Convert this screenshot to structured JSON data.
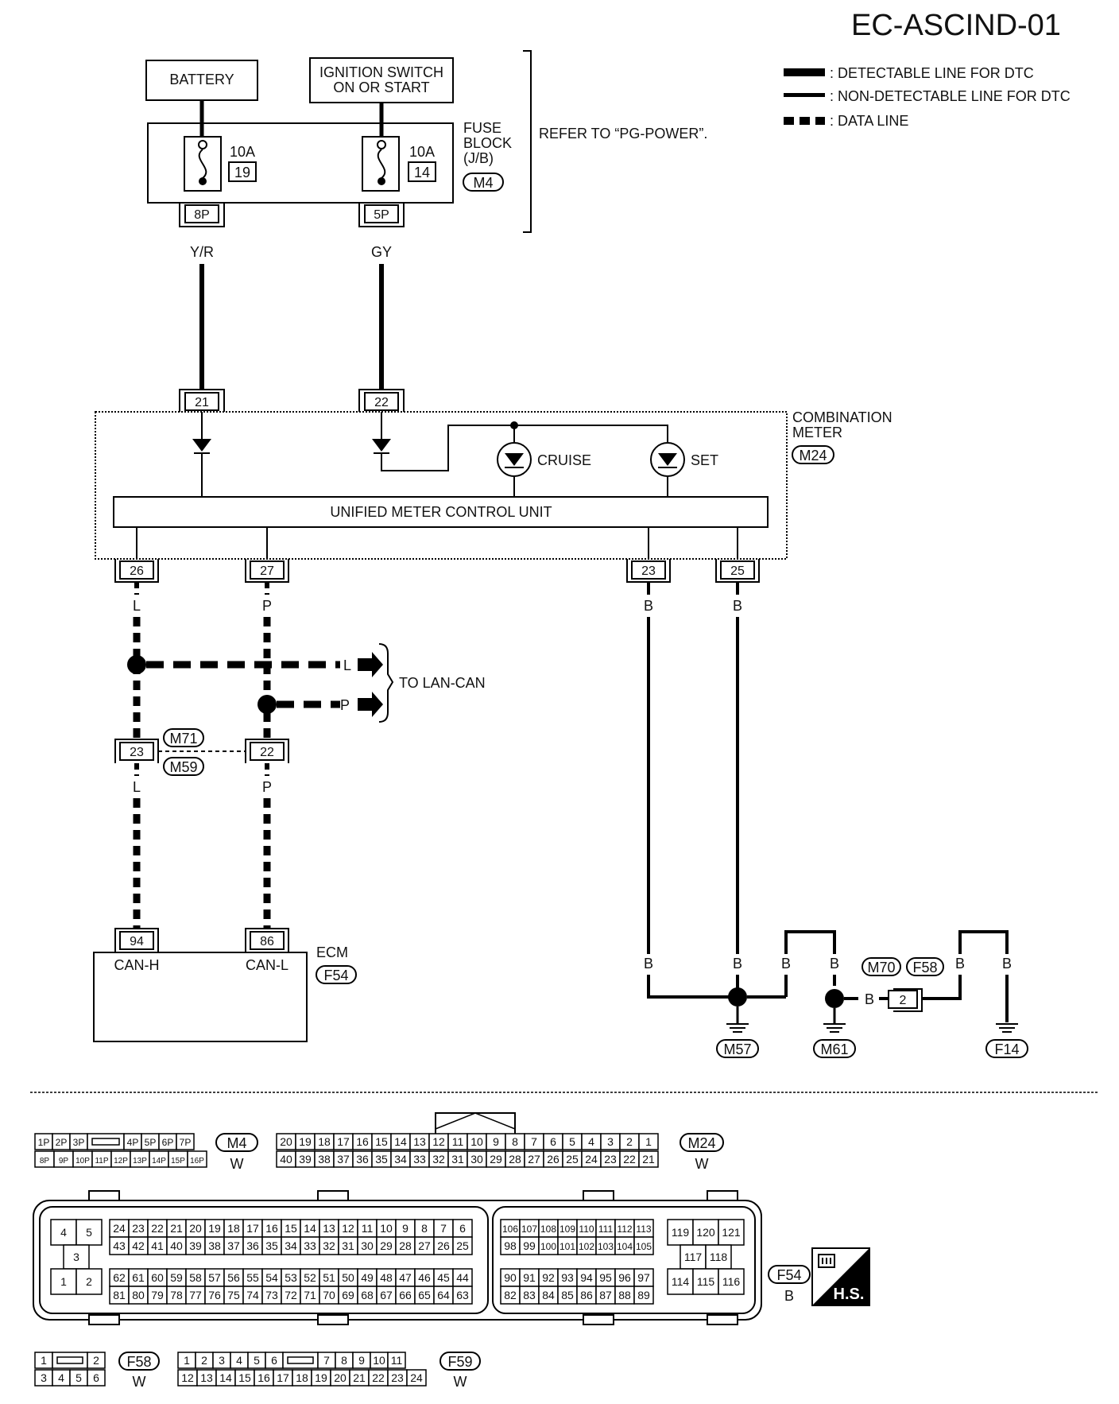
{
  "header": {
    "code": "EC-ASCIND-01"
  },
  "legend": [
    {
      "style": "detectable",
      "text": ": DETECTABLE LINE FOR DTC"
    },
    {
      "style": "non-detectable",
      "text": ": NON-DETECTABLE LINE FOR DTC"
    },
    {
      "style": "data",
      "text": ": DATA LINE"
    }
  ],
  "power": {
    "battery": "BATTERY",
    "ignition_line1": "IGNITION SWITCH",
    "ignition_line2": "ON OR START",
    "refer": "REFER TO “PG-POWER”."
  },
  "fuse_block": {
    "label_line1": "FUSE",
    "label_line2": "BLOCK",
    "label_line3": "(J/B)",
    "connector": "M4",
    "fuses": [
      {
        "rating": "10A",
        "number": "19",
        "terminal": "8P",
        "wire": "Y/R"
      },
      {
        "rating": "10A",
        "number": "14",
        "terminal": "5P",
        "wire": "GY"
      }
    ]
  },
  "combination_meter": {
    "label_line1": "COMBINATION",
    "label_line2": "METER",
    "connector": "M24",
    "control_unit": "UNIFIED METER CONTROL UNIT",
    "in_pins": [
      "21",
      "22"
    ],
    "lamps": [
      "CRUISE",
      "SET"
    ],
    "out_pins": [
      {
        "pin": "26",
        "wire": "L"
      },
      {
        "pin": "27",
        "wire": "P"
      },
      {
        "pin": "23",
        "wire": "B"
      },
      {
        "pin": "25",
        "wire": "B"
      }
    ]
  },
  "lan": {
    "text": "TO LAN-CAN",
    "wire_l": "L",
    "wire_p": "P"
  },
  "joint": {
    "connector_top": "M71",
    "connector_bottom": "M59",
    "pins": [
      {
        "pin": "23",
        "wire": "L"
      },
      {
        "pin": "22",
        "wire": "P"
      }
    ]
  },
  "ecm": {
    "label": "ECM",
    "connector": "F54",
    "pins": [
      {
        "pin": "94",
        "name": "CAN-H"
      },
      {
        "pin": "86",
        "name": "CAN-L"
      }
    ]
  },
  "ground": {
    "wires": [
      "B",
      "B",
      "B",
      "B",
      "B",
      "B",
      "B"
    ],
    "connector_a": "M70",
    "connector_b": "F58",
    "pin": "2",
    "grounds": [
      "M57",
      "M61",
      "F14"
    ]
  },
  "connectors": {
    "m4": {
      "id": "M4",
      "color": "W",
      "top": [
        "1P",
        "2P",
        "3P",
        "",
        "4P",
        "5P",
        "6P",
        "7P"
      ],
      "bottom": [
        "8P",
        "9P",
        "10P",
        "11P",
        "12P",
        "13P",
        "14P",
        "15P",
        "16P"
      ]
    },
    "m24": {
      "id": "M24",
      "color": "W",
      "top": [
        "20",
        "19",
        "18",
        "17",
        "16",
        "15",
        "14",
        "13",
        "12",
        "11",
        "10",
        "9",
        "8",
        "7",
        "6",
        "5",
        "4",
        "3",
        "2",
        "1"
      ],
      "bottom": [
        "40",
        "39",
        "38",
        "37",
        "36",
        "35",
        "34",
        "33",
        "32",
        "31",
        "30",
        "29",
        "28",
        "27",
        "26",
        "25",
        "24",
        "23",
        "22",
        "21"
      ]
    },
    "f54": {
      "id": "F54",
      "color": "B",
      "left_block": [
        "4",
        "5",
        "3",
        "1",
        "2"
      ],
      "r1": [
        "24",
        "23",
        "22",
        "21",
        "20",
        "19",
        "18",
        "17",
        "16",
        "15",
        "14",
        "13",
        "12",
        "11",
        "10",
        "9",
        "8",
        "7",
        "6"
      ],
      "r2": [
        "43",
        "42",
        "41",
        "40",
        "39",
        "38",
        "37",
        "36",
        "35",
        "34",
        "33",
        "32",
        "31",
        "30",
        "29",
        "28",
        "27",
        "26",
        "25"
      ],
      "r3": [
        "62",
        "61",
        "60",
        "59",
        "58",
        "57",
        "56",
        "55",
        "54",
        "53",
        "52",
        "51",
        "50",
        "49",
        "48",
        "47",
        "46",
        "45",
        "44"
      ],
      "r4": [
        "81",
        "80",
        "79",
        "78",
        "77",
        "76",
        "75",
        "74",
        "73",
        "72",
        "71",
        "70",
        "69",
        "68",
        "67",
        "66",
        "65",
        "64",
        "63"
      ],
      "r5": [
        "106",
        "107",
        "108",
        "109",
        "110",
        "111",
        "112",
        "113"
      ],
      "r6": [
        "98",
        "99",
        "100",
        "101",
        "102",
        "103",
        "104",
        "105"
      ],
      "r7": [
        "90",
        "91",
        "92",
        "93",
        "94",
        "95",
        "96",
        "97"
      ],
      "r8": [
        "82",
        "83",
        "84",
        "85",
        "86",
        "87",
        "88",
        "89"
      ],
      "r9": [
        "119",
        "120",
        "121"
      ],
      "r10": [
        "117",
        "118"
      ],
      "r11": [
        "114",
        "115",
        "116"
      ]
    },
    "f58": {
      "id": "F58",
      "color": "W",
      "top": [
        "1",
        "",
        "2"
      ],
      "bottom": [
        "3",
        "4",
        "5",
        "6"
      ]
    },
    "f59": {
      "id": "F59",
      "color": "W",
      "top": [
        "1",
        "2",
        "3",
        "4",
        "5",
        "6",
        "",
        "7",
        "8",
        "9",
        "10",
        "11"
      ],
      "bottom": [
        "12",
        "13",
        "14",
        "15",
        "16",
        "17",
        "18",
        "19",
        "20",
        "21",
        "22",
        "23",
        "24"
      ]
    }
  },
  "badge": {
    "text": "H.S."
  }
}
